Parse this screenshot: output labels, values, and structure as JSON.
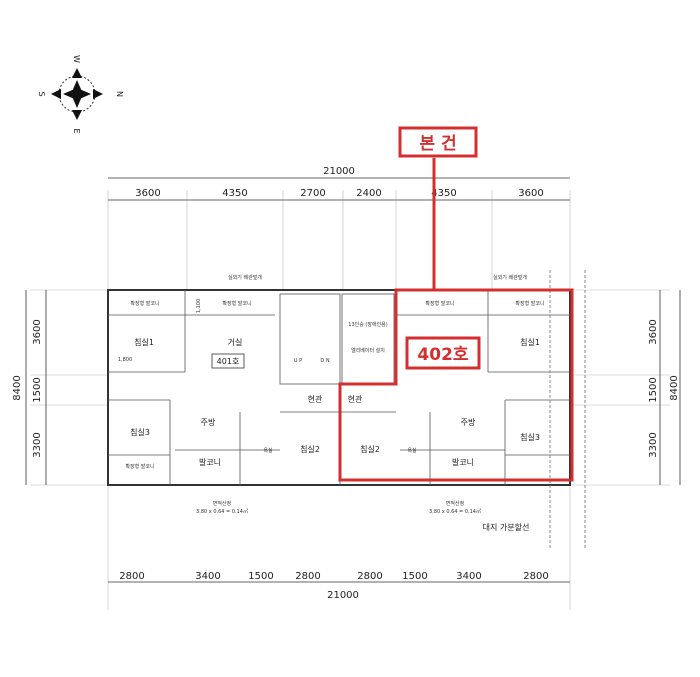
{
  "compass": {
    "n": "N",
    "s": "S",
    "e": "E",
    "w": "W"
  },
  "callouts": {
    "subject": "본 건",
    "unit_402": "402호",
    "unit_401": "401호"
  },
  "top_dims": {
    "total": "21000",
    "segments": [
      "3600",
      "4350",
      "2700",
      "2400",
      "4350",
      "3600"
    ]
  },
  "bottom_dims": {
    "total": "21000",
    "segments": [
      "2800",
      "3400",
      "1500",
      "2800",
      "2800",
      "1500",
      "3400",
      "2800"
    ]
  },
  "left_dims": {
    "total": "8400",
    "segments": [
      "3600",
      "1500",
      "3300"
    ]
  },
  "right_dims": {
    "total": "8400",
    "segments": [
      "3600",
      "1500",
      "3300"
    ]
  },
  "rooms": {
    "bedroom1": "침실1",
    "bedroom2": "침실2",
    "bedroom3": "침실3",
    "living": "거실",
    "kitchen": "주방",
    "entrance": "현관",
    "balcony": "발코니",
    "bathroom": "욕실",
    "ext_balcony": "확장형 발코니",
    "elevator": "13인승 (장애인용)",
    "elevator_hall": "엘리베이터 설치",
    "up": "U P",
    "dn": "D N"
  },
  "notes": {
    "outdoor_unit": "실외기 배관덮개",
    "site_boundary": "대지 가분할선",
    "area_left": "3.80 x 0.64 = 0.14㎡",
    "area_right": "3.80 x 0.64 = 0.14㎡",
    "area_title": "면적산정",
    "dim_1800": "1,800",
    "dim_1100": "1,100",
    "colors": {
      "red": "#d32f2f"
    }
  }
}
